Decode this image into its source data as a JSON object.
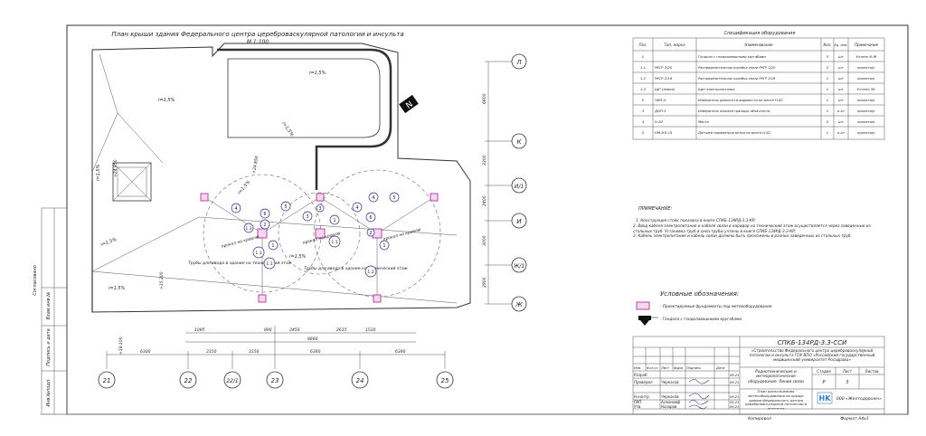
{
  "drawing": {
    "title_line1": "План крыши здания Федерального центра цереброваскулярной патологии и инсульта",
    "title_line2": "М 1:100",
    "slope_labels": [
      "i=1,5%",
      "i=1,5%",
      "i=1,5%",
      "i=1,5%",
      "i=1,5%",
      "i=1,5%",
      "i=1,5%",
      "i=1,5%"
    ],
    "notes_on_plan": [
      "Трубы для ввода в здание на технический этаж",
      "Трубы для ввода в здание на технический этаж",
      "прокол на кровлю",
      "прокол на кровлю",
      "прокол на кровлю"
    ],
    "axes_bottom": [
      "21",
      "22",
      "22/1",
      "23",
      "24",
      "25"
    ],
    "axes_right": [
      "Л",
      "К",
      "И/1",
      "И",
      "Ж/1",
      "Ж"
    ],
    "dims_bottom_row1": [
      "1095",
      "890",
      "3450",
      "2615",
      "1520"
    ],
    "dims_bottom_total": "8660",
    "dims_bottom_row2": [
      "6300",
      "3150",
      "3150",
      "6360",
      "6390"
    ],
    "dims_right": [
      "6600",
      "3300",
      "2400",
      "3000",
      "2900"
    ],
    "elevations": [
      "+24.850",
      "+18.100",
      "+15.300",
      "+24.850"
    ],
    "equipment_numbers": [
      "1",
      "1.1",
      "1.2",
      "1.3",
      "2",
      "3",
      "4",
      "5",
      "6",
      "1",
      "1",
      "4",
      "4",
      "5",
      "6",
      "3",
      "2",
      "1.1",
      "1.2"
    ]
  },
  "spec_table": {
    "title": "Спецификация оборудования",
    "headers": [
      "Поз.",
      "Тип, марка",
      "Наименование",
      "Кол.",
      "Ед. изм.",
      "Примечание"
    ],
    "rows": [
      [
        "1",
        "",
        "Гондола с гондолавашными кругабами",
        "3",
        "шт",
        "Учтено К.Ж"
      ],
      [
        "1.1",
        "РКГР 2/20",
        "Распределительная коробка связи РКГР 2/20",
        "2",
        "шт",
        "проектир."
      ],
      [
        "1.2",
        "РКГР 2/16",
        "Распределительная коробка связи РКГР 2/16",
        "1",
        "шт",
        "проектир."
      ],
      [
        "1.3",
        "ЩР (левое)",
        "Щит электропитания",
        "1",
        "шт",
        "Учтено ЭС"
      ],
      [
        "2",
        "ЧИП-4",
        "Измеритель дальности видимости на мачте Н-82",
        "1",
        "шт",
        "проектир."
      ],
      [
        "3",
        "ДОП-3",
        "Измеритель нижней границы облачности",
        "1",
        "к-кт",
        "проектир."
      ],
      [
        "4",
        "Н-82",
        "Мачта",
        "3",
        "шт",
        "проектир."
      ],
      [
        "5",
        "НМ-НЛ-15",
        "Датчики параметров ветра на мачте Н-82",
        "1",
        "к-кт",
        "проектир."
      ]
    ]
  },
  "notes": {
    "heading": "ПРИМЕЧАНИЕ:",
    "items": [
      "1. Конструкция стоек показана в книге СПКБ-134РД-3.3-КР;",
      "2. Ввод кабеля электропитания и кабеля связи в коридор на технический этаж осуществляется через заведенные из стальных труб. Установка труб и сила трубы учтены в книге СПКБ-134РД-3.3-КР;",
      "3. Кабель электропитания и кабель связи должны быть проложены в разных заведенных из стальных труб."
    ]
  },
  "legend": {
    "heading": "Условные обозначения:",
    "items": [
      "- Проектируемые фундаменты под метеооборудование",
      "- Гондола с гондолавашными кругабами"
    ]
  },
  "title_block": {
    "code": "СПКБ-134РД-3.3-ССИ",
    "project": "«Строительство Федерального центра цереброваскулярной патологии и инсульта ГОУ ВПО «Российский государственный медицинский университет Росздрава»",
    "section": "Радиотехнические и метеорологическое оборудование. Линии связи",
    "sheet_title": "План расположения метеооборудования на крыше здания Федерального центра цереброваскулярной патологии и инсульта",
    "stage_header": "Стадия",
    "sheet_header": "Лист",
    "sheets_header": "Листов",
    "stage": "Р",
    "sheet": "3",
    "col_headers": [
      "Изм.",
      "Кол.уч",
      "Лист",
      "№док",
      "Подпись",
      "Дата"
    ],
    "roles": [
      "Разраб.",
      "Проверил",
      "Н.контр.",
      "ГИП",
      "Утв."
    ],
    "names": [
      "",
      "Черкасов",
      "Черкасов",
      "Асмановф",
      "Назаров"
    ],
    "dates": [
      "09.21",
      "09.21",
      "09.21",
      "09.21",
      "09.21"
    ],
    "company": "000 «Желтодорожн»",
    "copied": "Копировал",
    "format": "Формат А4х3"
  },
  "side_stamp": {
    "labels": [
      "Согласовано",
      "Взам.инв.№",
      "Подпись и дата",
      "Инв.№подл."
    ]
  }
}
